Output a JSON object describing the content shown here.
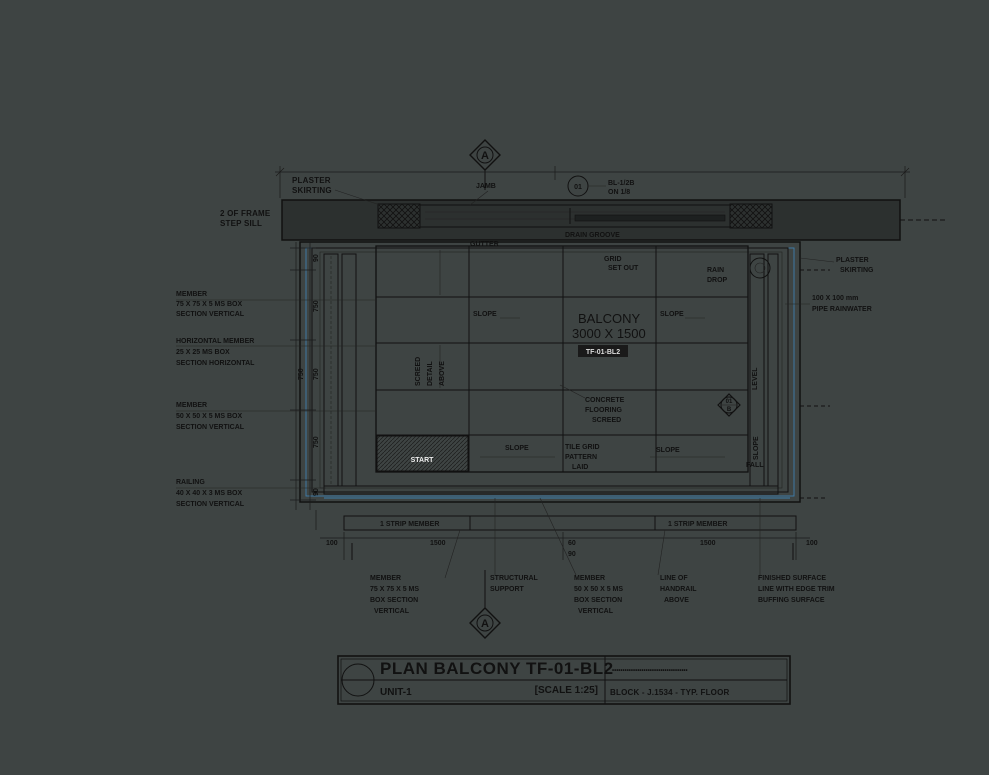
{
  "section_marker": {
    "letter": "A"
  },
  "top": {
    "plaster_note": [
      "PLASTER",
      "SKIRTING"
    ],
    "frame_note": [
      "2 OF FRAME",
      "STEP SILL"
    ],
    "jamb_label": "JAMB",
    "bubble_code": "01",
    "bubble_note": [
      "BL-1/2B",
      "ON 1/8"
    ],
    "gutter_label": "DRAIN GROOVE",
    "drain_label": "GUTTER"
  },
  "left_notes": [
    {
      "lines": [
        "MEMBER",
        "75 X 75 X 5 MS BOX",
        "SECTION VERTICAL"
      ]
    },
    {
      "lines": [
        "HORIZONTAL MEMBER",
        "25 X 25 MS BOX",
        "SECTION HORIZONTAL"
      ]
    },
    {
      "lines": [
        "MEMBER",
        "50 X 50 X 5 MS BOX",
        "SECTION VERTICAL"
      ]
    },
    {
      "lines": [
        "RAILING",
        "40 X 40 X 3 MS BOX",
        "SECTION VERTICAL"
      ]
    }
  ],
  "right_notes": {
    "plaster": [
      "PLASTER",
      "SKIRTING"
    ],
    "pipe": [
      "100 X 100 mm",
      "PIPE RAINWATER"
    ],
    "downspout": [
      "RAIN",
      "DROP"
    ],
    "slope_label": "SLOPE",
    "ref_marker_num": "01",
    "ref_marker_sheet": "B",
    "fall_label": "FALL"
  },
  "plan": {
    "balcony_title": "BALCONY",
    "balcony_size": "3000 X 1500",
    "tag": "TF-01-BL2",
    "slope_left": "SLOPE",
    "slope_right": "SLOPE",
    "slope_bottom_left": "SLOPE",
    "slope_bottom_right": "SLOPE",
    "screed_note": [
      "SCREED",
      "DETAIL",
      "ABOVE"
    ],
    "concrete_note": [
      "CONCRETE",
      "FLOORING",
      "SCREED"
    ],
    "tile_note": [
      "TILE GRID",
      "PATTERN",
      "LAID"
    ],
    "grid_note": [
      "GRID",
      "SET OUT"
    ],
    "start_label": "START",
    "vert_note": "LEVEL"
  },
  "dims": {
    "left": [
      "90",
      "750",
      "750",
      "750",
      "750",
      "90"
    ],
    "bottom_left": "1500",
    "bottom_right": "1500",
    "bottom_mid": [
      "60",
      "90"
    ],
    "side_small": "100",
    "side_small_r": "100",
    "bar_left": "1 STRIP MEMBER",
    "bar_right": "1 STRIP MEMBER"
  },
  "bottom_notes": [
    {
      "lines": [
        "MEMBER",
        "75 X 75 X 5 MS",
        "BOX SECTION",
        "VERTICAL"
      ]
    },
    {
      "lines": [
        "STRUCTURAL",
        "SUPPORT"
      ]
    },
    {
      "lines": [
        "MEMBER",
        "50 X 50 X 5 MS",
        "BOX SECTION",
        "VERTICAL"
      ]
    },
    {
      "lines": [
        "LINE OF",
        "HANDRAIL",
        "ABOVE"
      ]
    },
    {
      "lines": [
        "FINISHED SURFACE",
        "LINE WITH EDGE TRIM",
        "BUFFING SURFACE"
      ]
    }
  ],
  "titleblock": {
    "title": "PLAN BALCONY TF-01-BL2",
    "unit": "UNIT-1",
    "scale": "[SCALE 1:25]",
    "block": "BLOCK - J.1534 - TYP. FLOOR",
    "dotted": "••••••••••••••••••••••••••••••••••••"
  },
  "colors": {
    "background": "#3e4443",
    "ink": "#111111",
    "accent": "#3e7fae"
  }
}
